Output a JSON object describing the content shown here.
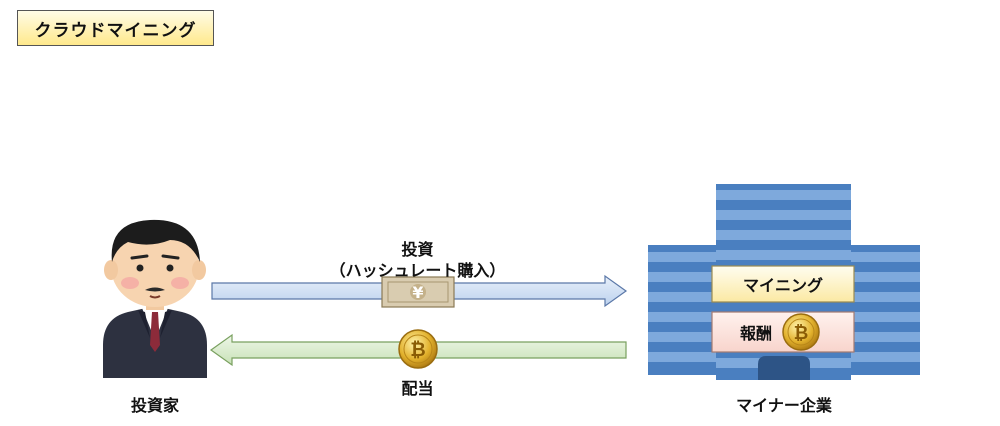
{
  "title": "クラウドマイニング",
  "investor": {
    "label": "投資家"
  },
  "company": {
    "label": "マイナー企業",
    "box_mining": "マイニング",
    "box_reward": "報酬"
  },
  "arrow_top": {
    "line1": "投資",
    "line2": "（ハッシュレート購入）",
    "money_symbol": "¥"
  },
  "arrow_bottom": {
    "label": "配当",
    "coin_symbol": "₿"
  },
  "colors": {
    "arrow_top": "#d6e4f5",
    "arrow_bottom": "#e1efd6",
    "building_dark": "#4a7fc0",
    "building_light": "#7ea9dc",
    "coin": "#d9a521"
  }
}
